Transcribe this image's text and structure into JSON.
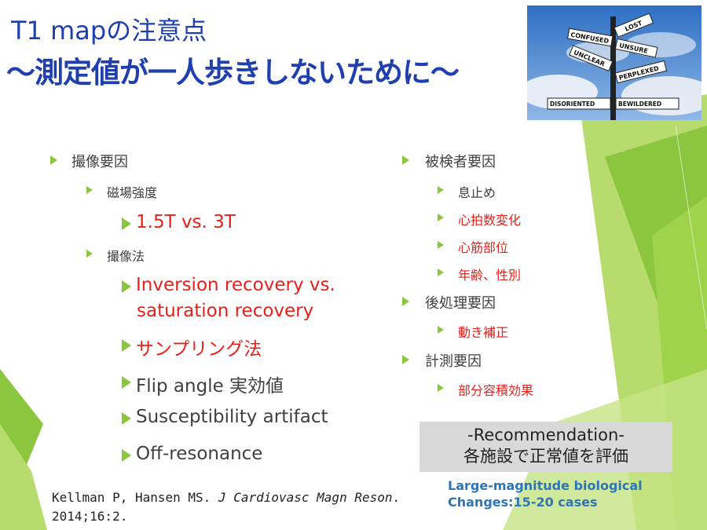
{
  "title": {
    "line1": "T1 mapの注意点",
    "line2": "〜測定値が一人歩きしないために〜"
  },
  "photo_signs": [
    "LOST",
    "CONFUSED",
    "UNSURE",
    "UNCLEAR",
    "PERPLEXED",
    "DISORIENTED",
    "BEWILDERED"
  ],
  "left_column": {
    "heading": "撮像要因",
    "sub1": "磁場強度",
    "sub1_items": [
      "1.5T vs. 3T"
    ],
    "sub2": "撮像法",
    "sub2_items": [
      "Inversion recovery vs.",
      "saturation recovery",
      "サンプリング法",
      "Flip angle 実効値",
      "Susceptibility artifact",
      "Off-resonance"
    ]
  },
  "right_column": {
    "heading1": "被検者要因",
    "heading1_items": [
      "息止め",
      "心拍数変化",
      "心筋部位",
      "年齢、性別"
    ],
    "heading2": "後処理要因",
    "heading2_items": [
      "動き補正"
    ],
    "heading3": "計測要因",
    "heading3_items": [
      "部分容積効果"
    ]
  },
  "recommendation": {
    "line1": "-Recommendation-",
    "line2": "各施設で正常値を評価"
  },
  "note": {
    "line1": "Large-magnitude biological",
    "line2": "Changes:15-20 cases"
  },
  "reference": {
    "authors": "Kellman P, Hansen MS.",
    "journal": "J Cardiovasc Magn Reson",
    "suffix": ".",
    "line2": "2014;16:2."
  },
  "colors": {
    "title": "#1f3fae",
    "bullet": "#8cc63f",
    "highlight": "#e8201a",
    "note": "#2e75b6",
    "recommendation_bg": "#d9d9d9"
  }
}
